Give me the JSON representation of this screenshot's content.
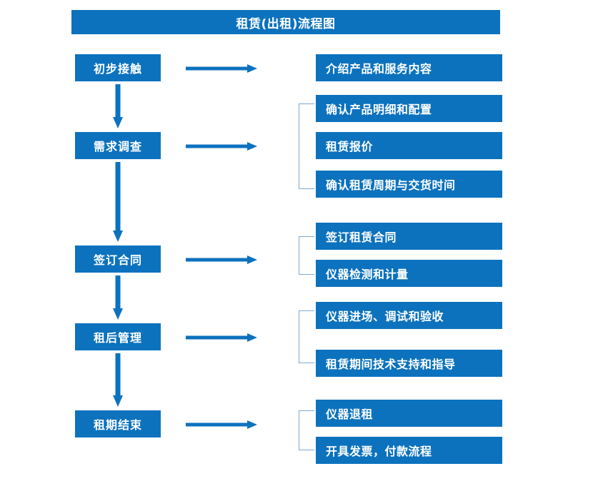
{
  "chart_data": {
    "type": "diagram",
    "title": "租赁(出租)流程图",
    "stages": [
      {
        "label": "初步接触",
        "details": [
          "介绍产品和服务内容"
        ],
        "grouped": false
      },
      {
        "label": "需求调查",
        "details": [
          "确认产品明细和配置",
          "租赁报价",
          "确认租赁周期与交货时间"
        ],
        "grouped": true
      },
      {
        "label": "签订合同",
        "details": [
          "签订租赁合同",
          "仪器检测和计量"
        ],
        "grouped": true
      },
      {
        "label": "租后管理",
        "details": [
          "仪器进场、调试和验收",
          "租赁期间技术支持和指导"
        ],
        "grouped": true
      },
      {
        "label": "租期结束",
        "details": [
          "仪器退租",
          "开具发票，付款流程"
        ],
        "grouped": true
      }
    ]
  },
  "diagram": {
    "title": "租赁(出租)流程图",
    "accent_color": "#0C72BE",
    "bracket_color": "#7FA8CE",
    "text_color": "#FFFFFF",
    "background_color": "#FFFFFF",
    "stages": [
      {
        "label": "初步接触"
      },
      {
        "label": "需求调查"
      },
      {
        "label": "签订合同"
      },
      {
        "label": "租后管理"
      },
      {
        "label": "租期结束"
      }
    ],
    "details": [
      {
        "label": "介绍产品和服务内容"
      },
      {
        "label": "确认产品明细和配置"
      },
      {
        "label": "租赁报价"
      },
      {
        "label": "确认租赁周期与交货时间"
      },
      {
        "label": "签订租赁合同"
      },
      {
        "label": "仪器检测和计量"
      },
      {
        "label": "仪器进场、调试和验收"
      },
      {
        "label": "租赁期间技术支持和指导"
      },
      {
        "label": "仪器退租"
      },
      {
        "label": "开具发票，付款流程"
      }
    ]
  }
}
